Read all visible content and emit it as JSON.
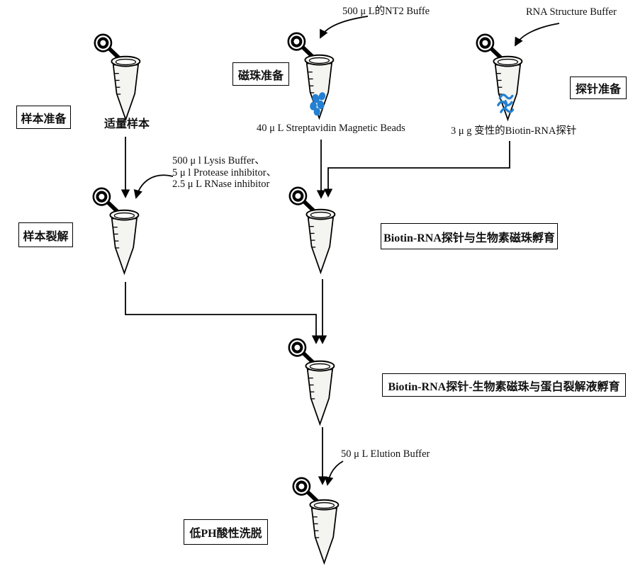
{
  "diagram": {
    "background": "#ffffff",
    "line_color": "#000000",
    "bead_color": "#2380d2",
    "tube_fill": "#f4f4f1"
  },
  "step_boxes": {
    "sample_prep": "样本准备",
    "beads_prep": "磁珠准备",
    "probe_prep": "探针准备",
    "sample_lysis": "样本裂解",
    "probe_bead_incubation": "Biotin-RNA探针与生物素磁珠孵育",
    "complex_incubation": "Biotin-RNA探针-生物素磁珠与蛋白裂解液孵育",
    "acid_elution": "低PH酸性洗脱"
  },
  "annotations": {
    "nt2_buffer": "500 μ L的NT2 Buffe",
    "rna_structure_buffer": "RNA Structure Buffer",
    "sample_amount": "适量样本",
    "beads_amount": "40 μ L Streptavidin Magnetic Beads",
    "probe_amount": "3 μ g 变性的Biotin-RNA探针",
    "lysis_mix": [
      "500 μ l Lysis Buffer、",
      "5 μ l Protease inhibitor、",
      "2.5 μ L RNase inhibitor"
    ],
    "elution_buffer": "50 μ L Elution Buffer"
  }
}
